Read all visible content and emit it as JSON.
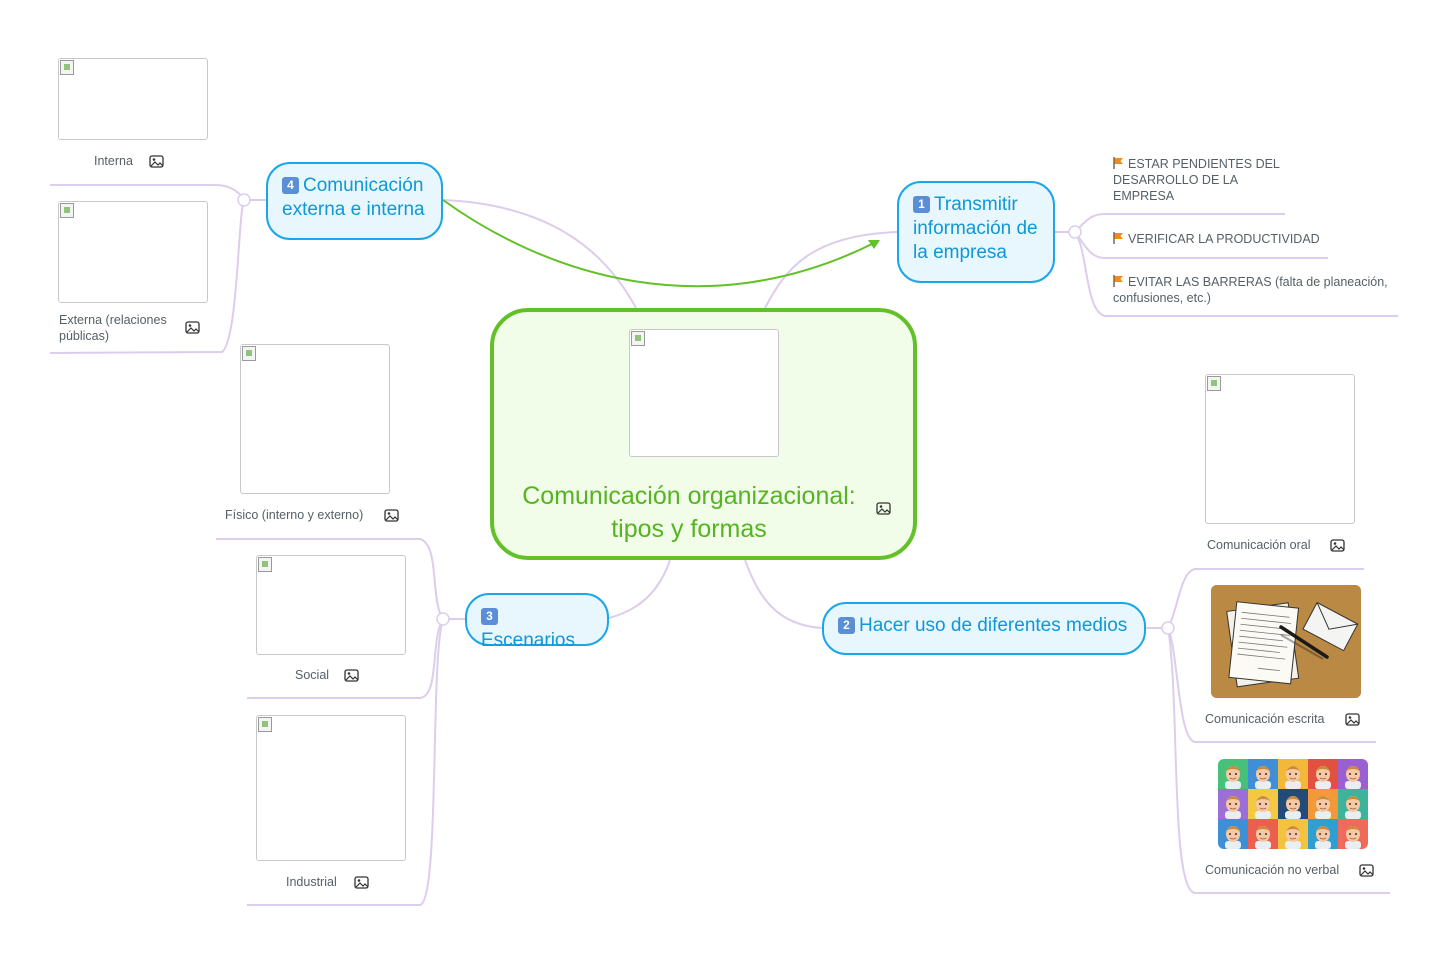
{
  "central": {
    "title_line1": "Comunicación organizacional:",
    "title_line2": "tipos y formas"
  },
  "topics": [
    {
      "badge": "1",
      "line1": "Transmitir",
      "line2": "información de",
      "line3": "la empresa"
    },
    {
      "badge": "2",
      "label": "Hacer uso de diferentes medios"
    },
    {
      "badge": "3",
      "label": "Escenarios"
    },
    {
      "badge": "4",
      "line1": "Comunicación",
      "line2": "externa e interna"
    }
  ],
  "topic1_items": [
    {
      "line1": "ESTAR PENDIENTES DEL",
      "line2": "DESARROLLO DE LA",
      "line3": "EMPRESA"
    },
    {
      "line1": "VERIFICAR LA PRODUCTIVIDAD"
    },
    {
      "line1": "EVITAR LAS BARRERAS (falta de planeación,",
      "line2": "confusiones, etc.)"
    }
  ],
  "topic2_items": [
    "Comunicación oral",
    "Comunicación escrita",
    "Comunicación no verbal"
  ],
  "topic3_items": [
    "Físico (interno y externo)",
    "Social",
    "Industrial"
  ],
  "topic4_items": {
    "interna": "Interna",
    "externa_line1": "Externa (relaciones",
    "externa_line2": "públicas)"
  },
  "colors": {
    "central_border": "#62c029",
    "central_fill": "#f1fde9",
    "topic_border": "#1aa6e7",
    "topic_fill": "#e8f6fd",
    "branch_line": "#ddcdec",
    "relation_arrow": "#62c029",
    "flag": "#f08c1c"
  }
}
